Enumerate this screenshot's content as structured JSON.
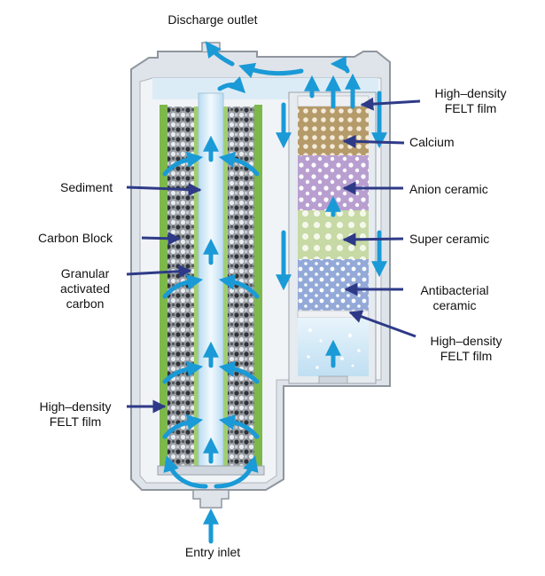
{
  "labels": {
    "discharge_outlet": "Discharge outlet",
    "entry_inlet": "Entry inlet",
    "sediment": "Sediment",
    "carbon_block": "Carbon Block",
    "granular_activated_carbon": [
      "Granular",
      "activated",
      "carbon"
    ],
    "felt_left": [
      "High–density",
      "FELT film"
    ],
    "felt_top_right": [
      "High–density",
      "FELT film"
    ],
    "calcium": "Calcium",
    "anion_ceramic": "Anion ceramic",
    "super_ceramic": "Super ceramic",
    "antibacterial_ceramic": [
      "Antibacterial",
      "ceramic"
    ],
    "felt_bottom_right": [
      "High–density",
      "FELT film"
    ]
  },
  "colors": {
    "arrow_blue": "#1a9ad6",
    "pointer_navy": "#2e3a87",
    "housing": "#dfe4ea",
    "felt_green": "#7db84a",
    "calcium": "#b59a6a",
    "anion": "#b89fd0",
    "super": "#c7d9a4",
    "antibacterial": "#93a9d8",
    "water": "#cfe7f5"
  }
}
